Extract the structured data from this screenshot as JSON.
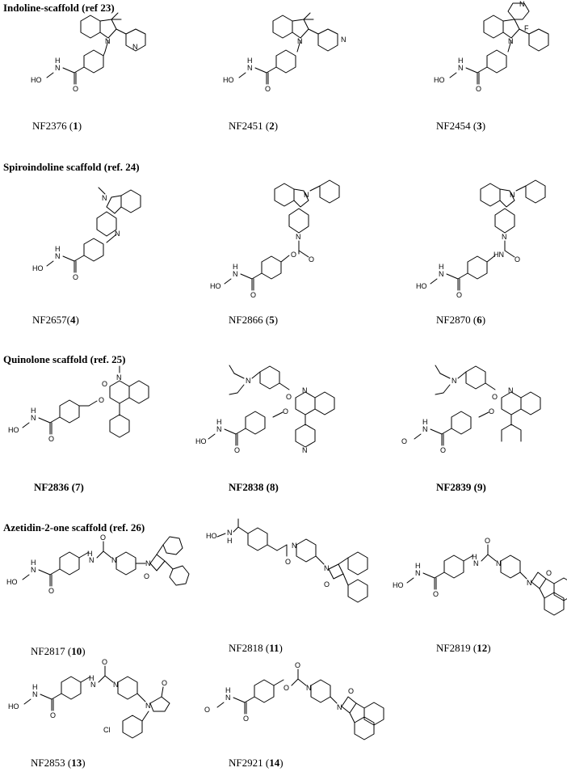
{
  "sections": [
    {
      "title": "Indoline-scaffold (ref 23)"
    },
    {
      "title": "Spiroindoline scaffold (ref. 24)"
    },
    {
      "title": "Quinolone scaffold (ref. 25)"
    },
    {
      "title": "Azetidin-2-one scaffold (ref. 26)"
    }
  ],
  "compounds": [
    {
      "code": "NF2376",
      "num": "1"
    },
    {
      "code": "NF2451",
      "num": "2"
    },
    {
      "code": "NF2454",
      "num": "3"
    },
    {
      "code": "NF2657",
      "num": "4"
    },
    {
      "code": "NF2866",
      "num": "5"
    },
    {
      "code": "NF2870",
      "num": "6"
    },
    {
      "code": "NF2836",
      "num": "7"
    },
    {
      "code": "NF2838",
      "num": "8"
    },
    {
      "code": "NF2839",
      "num": "9"
    },
    {
      "code": "NF2817",
      "num": "10"
    },
    {
      "code": "NF2818",
      "num": "11"
    },
    {
      "code": "NF2819",
      "num": "12"
    },
    {
      "code": "NF2853",
      "num": "13"
    },
    {
      "code": "NF2921",
      "num": "14"
    }
  ],
  "atom_labels": {
    "hydroxamic_oh": "HO",
    "hydroxamic_o": "O",
    "hydroxamic_h": "H",
    "n": "N",
    "o": "O",
    "f": "F",
    "cl": "Cl",
    "hn": "HN",
    "h": "H"
  }
}
